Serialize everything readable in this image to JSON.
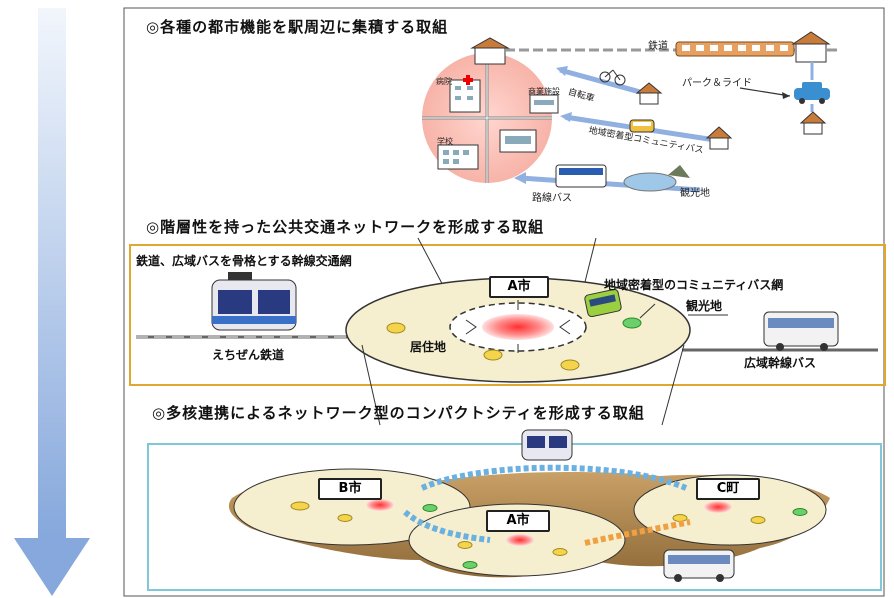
{
  "section1": {
    "title": "◎各種の都市機能を駅周辺に集積する取組",
    "labels": {
      "hospital": "病院",
      "commercial": "商業施設",
      "school": "学校",
      "railway": "鉄道",
      "bicycle": "自転車",
      "park_ride": "パーク＆ライド",
      "community_bus": "地域密着型コミュニティバス",
      "route_bus": "路線バス",
      "sightseeing": "観光地"
    }
  },
  "section2": {
    "title": "◎階層性を持った公共交通ネットワークを形成する取組",
    "labels": {
      "trunk_network": "鉄道、広域バスを骨格とする幹線交通網",
      "city_a": "A市",
      "community_bus_network": "地域密着型のコミュニティバス網",
      "sightseeing": "観光地",
      "residential": "居住地",
      "echizen_railway": "えちぜん鉄道",
      "wide_area_bus": "広域幹線バス"
    }
  },
  "section3": {
    "title": "◎多核連携によるネットワーク型のコンパクトシティを形成する取組",
    "labels": {
      "city_b": "B市",
      "city_a": "A市",
      "town_c": "C町"
    }
  },
  "colors": {
    "arrow_gradient_top": "#e8f0fa",
    "arrow_gradient_bottom": "#8aaee0",
    "section2_border": "#e0a830",
    "section3_border": "#7ec8d8",
    "area_fill": "#f5efcf",
    "ground_fill": "#b8915a",
    "city_center": "#f07070",
    "network_arrow_blue": "#6ab0e0",
    "network_arrow_orange": "#f0a040"
  }
}
